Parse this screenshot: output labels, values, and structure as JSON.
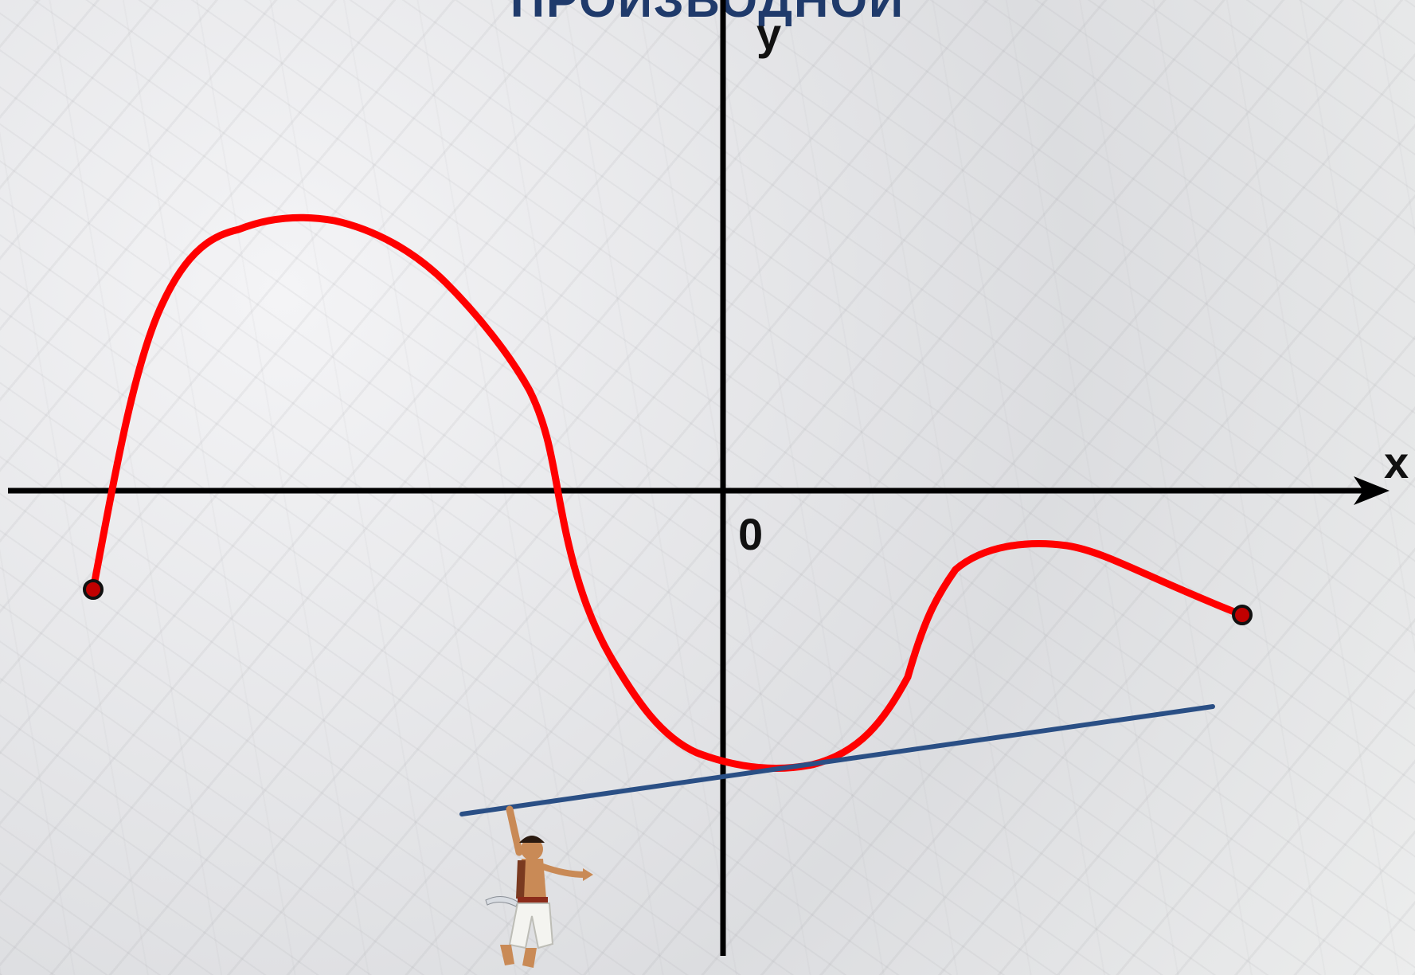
{
  "title": "ПРОИЗВОДНОЙ",
  "axes": {
    "x_label": "x",
    "y_label": "y",
    "origin_label": "0"
  },
  "colors": {
    "curve": "#ff0000",
    "tangent": "#2a4f85",
    "axes": "#000000",
    "endpoint_fill": "#c00000",
    "title": "#1f3a6b"
  },
  "figure": {
    "description_icon": "climbing-figure-icon"
  }
}
